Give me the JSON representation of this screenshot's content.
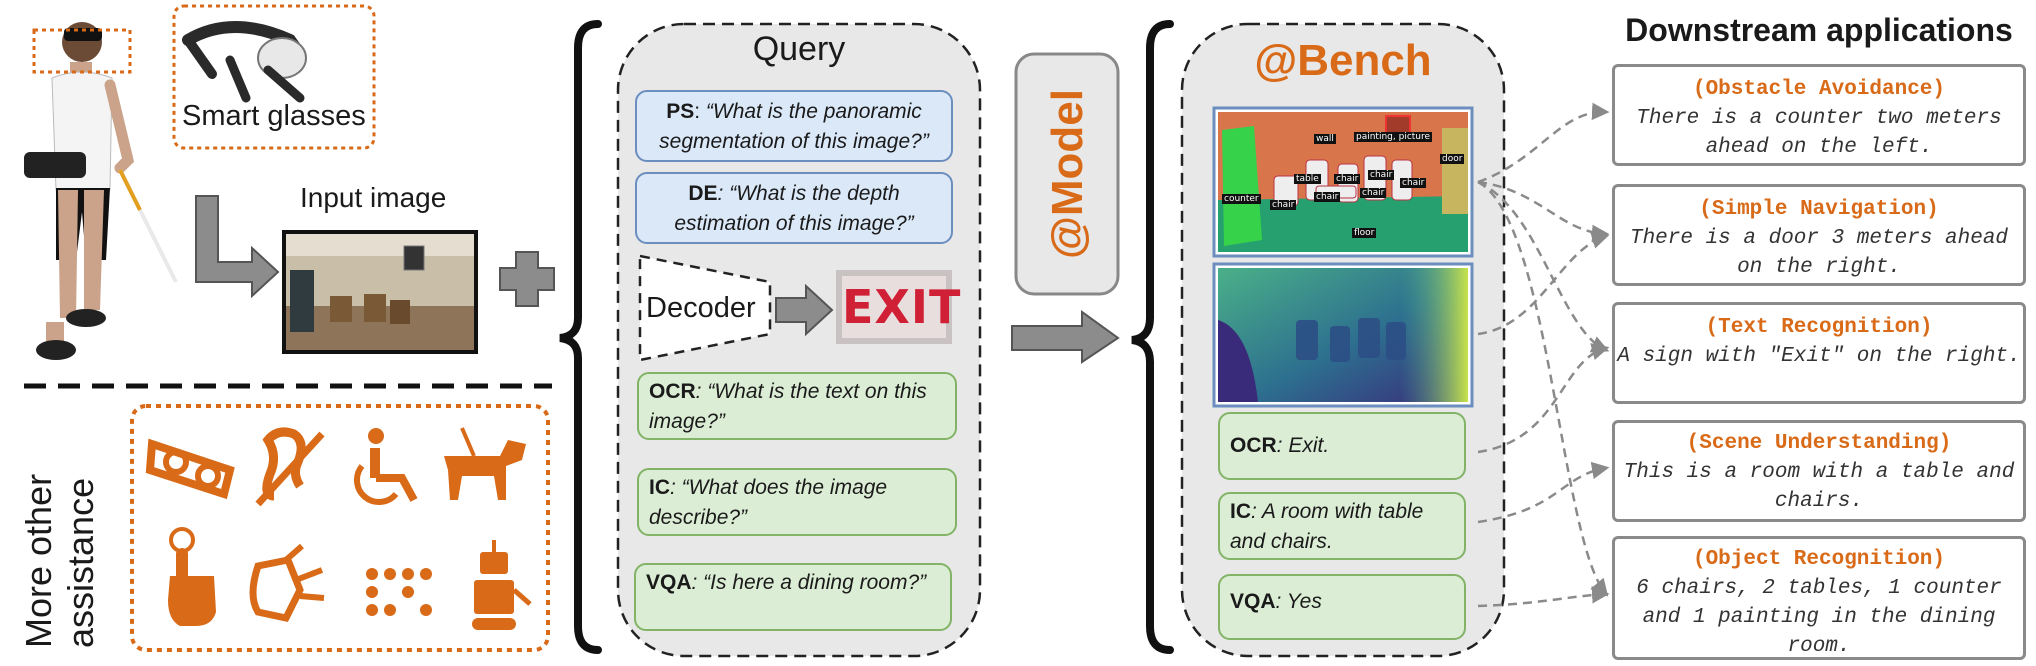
{
  "left": {
    "smart_glasses_label": "Smart glasses",
    "input_image_label": "Input image",
    "more_assistance_label": "More other assistance",
    "accessibility_icons": [
      "3d-glasses-icon",
      "hearing-impaired-icon",
      "wheelchair-icon",
      "guide-dog-icon",
      "touch-icon",
      "sign-language-icon",
      "braille-icon",
      "robot-icon"
    ]
  },
  "query": {
    "title": "Query",
    "items": [
      {
        "tag": "PS",
        "text": "“What is the panoramic segmentation of this image?”"
      },
      {
        "tag": "DE",
        "text": ": “What is the depth estimation of this image?”"
      },
      {
        "tag": "OCR",
        "text": ": “What is the text on this image?”"
      },
      {
        "tag": "IC",
        "text": ": “What does the image describe?”"
      },
      {
        "tag": "VQA",
        "text": ": “Is here a dining room?”"
      }
    ],
    "decoder_label": "Decoder",
    "exit_sign_text": "EXIT"
  },
  "model_label": "@Model",
  "bench": {
    "title": "@Bench",
    "seg_labels": [
      "wall",
      "painting, picture",
      "door",
      "table",
      "chair",
      "chair",
      "chair",
      "chair",
      "chair",
      "counter",
      "chair",
      "floor"
    ],
    "answers": [
      {
        "tag": "OCR",
        "text": ": Exit."
      },
      {
        "tag": "IC",
        "text": ": A room with table and chairs."
      },
      {
        "tag": "VQA",
        "text": ": Yes"
      }
    ]
  },
  "downstream": {
    "title": "Downstream applications",
    "apps": [
      {
        "name": "(Obstacle Avoidance)",
        "text": "There is a counter two meters ahead on the left."
      },
      {
        "name": "(Simple Navigation)",
        "text": "There is a door 3 meters ahead on the right."
      },
      {
        "name": "(Text Recognition)",
        "text": "A sign with \"Exit\" on the right."
      },
      {
        "name": "(Scene Understanding)",
        "text": "This is a room with a table and chairs."
      },
      {
        "name": "(Object Recognition)",
        "text": "6 chairs, 2 tables, 1 counter and 1 painting in the dining room."
      }
    ]
  },
  "colors": {
    "accent": "#d86a18",
    "blue_fill": "#dbe8f8",
    "blue_border": "#6c8ebf",
    "green_fill": "#dcedd5",
    "green_border": "#82b366",
    "panel": "#e8e8e8"
  }
}
